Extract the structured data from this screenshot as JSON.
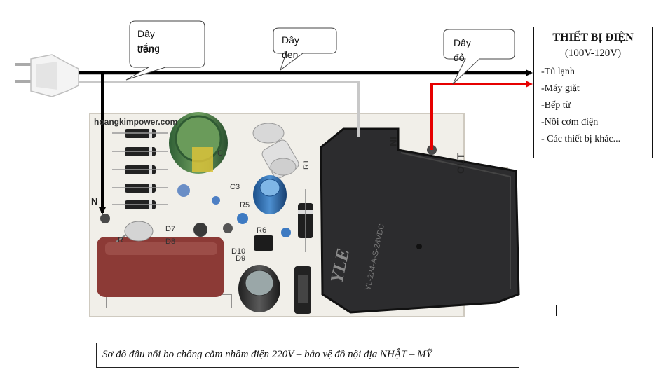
{
  "callouts": {
    "white_wire": {
      "line1": "Dây trắng",
      "line2": "đen"
    },
    "black_wire": {
      "label": "Dây đen"
    },
    "red_wire": {
      "label": "Dây đỏ"
    }
  },
  "device_box": {
    "title": "THIẾT BỊ ĐIỆN",
    "voltage": "(100V-120V)",
    "items": [
      "-Tủ lạnh",
      "-Máy giặt",
      "-Bếp từ",
      "-Nồi cơm điện",
      "- Các thiết bị khác..."
    ]
  },
  "board": {
    "silkscreen": "hoangkimpower.com",
    "relay_brand": "YLE",
    "relay_model": "YL-224-A-S-24VDC",
    "terminal_in": "IN",
    "terminal_out": "OUT",
    "terminal_n": "N",
    "ref_labels": [
      "D7",
      "D8",
      "D10",
      "D9",
      "R5",
      "R6",
      "C3",
      "R1",
      "R",
      "C"
    ]
  },
  "caption": "Sơ đồ đấu nối bo chống cắm nhầm điện 220V – bảo vệ đồ nội địa NHẬT – MỸ",
  "colors": {
    "black_wire": "#000000",
    "white_wire": "#c8c8c8",
    "red_wire": "#e60000",
    "relay_body": "#2c2c2e",
    "capacitor_red": "#8c3a36",
    "pcb": "#f1efe9"
  }
}
